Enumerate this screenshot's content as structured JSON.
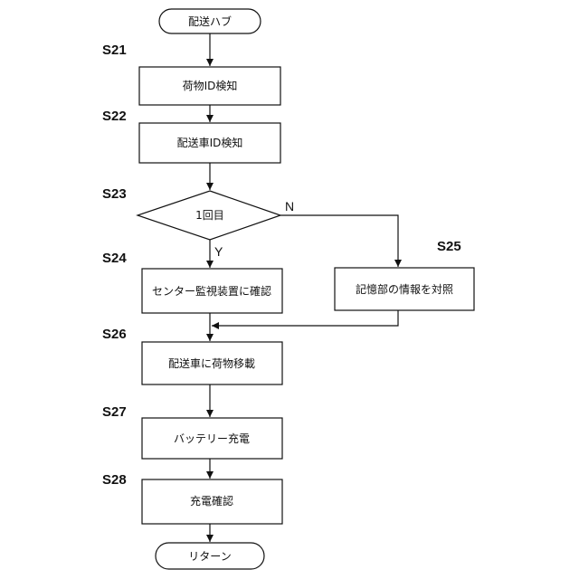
{
  "flowchart": {
    "start": "配送ハブ",
    "end": "リターン",
    "steps": {
      "s21": {
        "id": "S21",
        "text": "荷物ID検知"
      },
      "s22": {
        "id": "S22",
        "text": "配送車ID検知"
      },
      "s23": {
        "id": "S23",
        "text": "1回目"
      },
      "s24": {
        "id": "S24",
        "text": "センター監視装置に確認"
      },
      "s25": {
        "id": "S25",
        "text": "記憶部の情報を対照"
      },
      "s26": {
        "id": "S26",
        "text": "配送車に荷物移載"
      },
      "s27": {
        "id": "S27",
        "text": "バッテリー充電"
      },
      "s28": {
        "id": "S28",
        "text": "充電確認"
      }
    },
    "branches": {
      "yes": "Y",
      "no": "N"
    }
  }
}
